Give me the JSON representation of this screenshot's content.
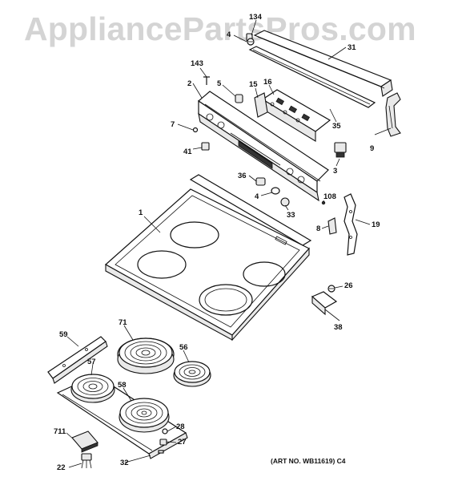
{
  "watermark": "AppliancePartsPros.com",
  "art_number": "(ART NO. WB11619) C4",
  "labels": {
    "l134": "134",
    "l4a": "4",
    "l31": "31",
    "l143": "143",
    "l2": "2",
    "l5": "5",
    "l15": "15",
    "l16": "16",
    "l7": "7",
    "l35": "35",
    "l9": "9",
    "l41": "41",
    "l3": "3",
    "l36": "36",
    "l4b": "4",
    "l108": "108",
    "l33": "33",
    "l1": "1",
    "l8": "8",
    "l19": "19",
    "l26": "26",
    "l38": "38",
    "l59": "59",
    "l71": "71",
    "l56": "56",
    "l57": "57",
    "l58": "58",
    "l28": "28",
    "l711": "711",
    "l27": "27",
    "l22": "22",
    "l32": "32"
  }
}
